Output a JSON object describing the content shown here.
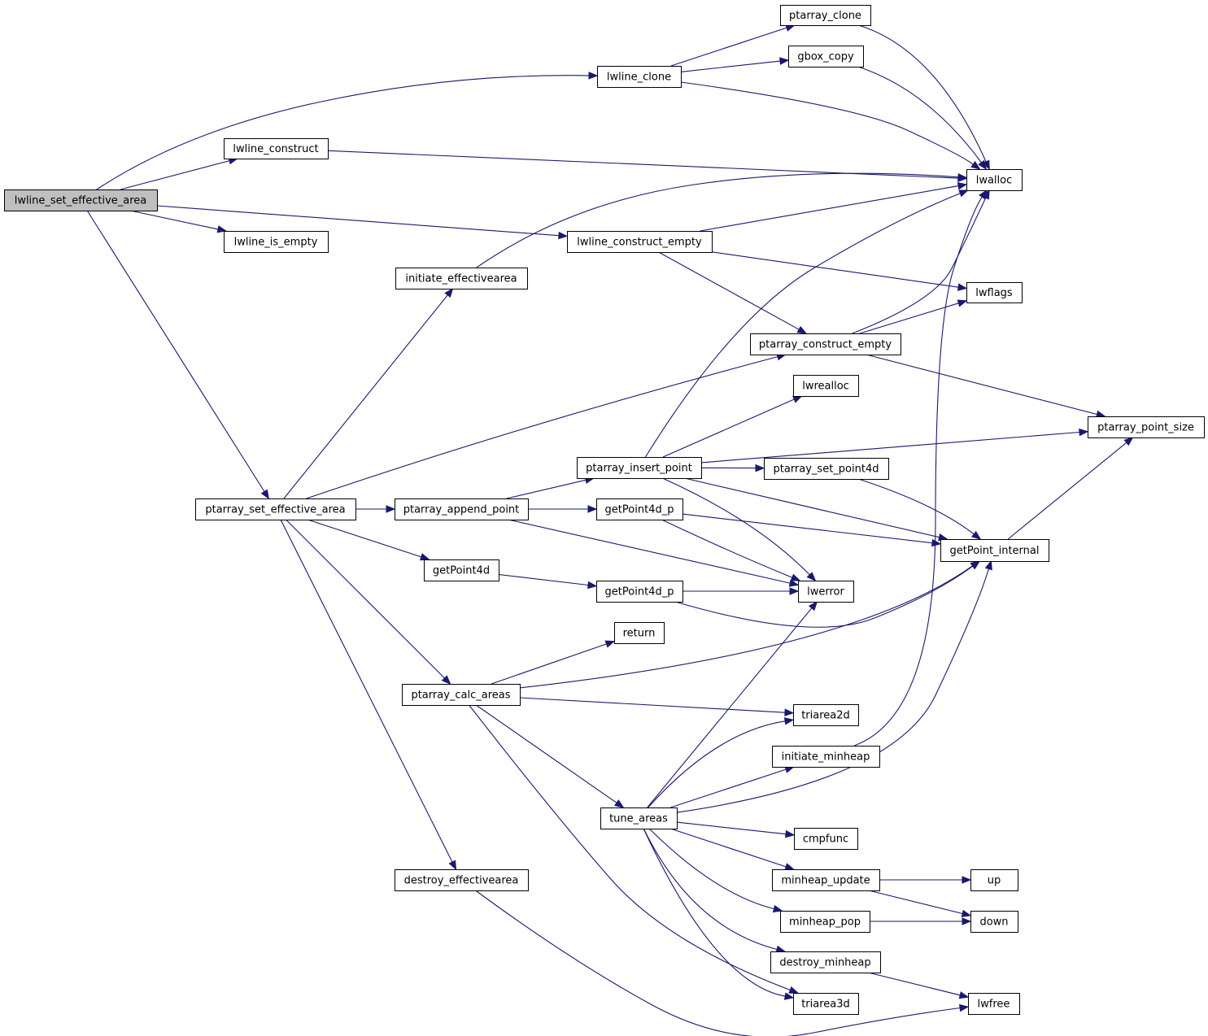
{
  "diagram": {
    "nodes": [
      {
        "id": "lwline_set_effective_area",
        "label": "lwline_set_effective_area",
        "root": true
      },
      {
        "id": "lwline_clone",
        "label": "lwline_clone"
      },
      {
        "id": "ptarray_clone",
        "label": "ptarray_clone"
      },
      {
        "id": "gbox_copy",
        "label": "gbox_copy"
      },
      {
        "id": "lwalloc",
        "label": "lwalloc"
      },
      {
        "id": "lwline_construct",
        "label": "lwline_construct"
      },
      {
        "id": "lwline_construct_empty",
        "label": "lwline_construct_empty"
      },
      {
        "id": "lwline_is_empty",
        "label": "lwline_is_empty"
      },
      {
        "id": "initiate_effectivearea",
        "label": "initiate_effectivearea"
      },
      {
        "id": "lwflags",
        "label": "lwflags"
      },
      {
        "id": "ptarray_construct_empty",
        "label": "ptarray_construct_empty"
      },
      {
        "id": "lwrealloc",
        "label": "lwrealloc"
      },
      {
        "id": "ptarray_point_size",
        "label": "ptarray_point_size"
      },
      {
        "id": "ptarray_insert_point",
        "label": "ptarray_insert_point"
      },
      {
        "id": "ptarray_set_point4d",
        "label": "ptarray_set_point4d"
      },
      {
        "id": "ptarray_set_effective_area",
        "label": "ptarray_set_effective_area"
      },
      {
        "id": "ptarray_append_point",
        "label": "ptarray_append_point"
      },
      {
        "id": "getPoint4d_p_1",
        "label": "getPoint4d_p"
      },
      {
        "id": "getPoint_internal",
        "label": "getPoint_internal"
      },
      {
        "id": "getPoint4d",
        "label": "getPoint4d"
      },
      {
        "id": "getPoint4d_p_2",
        "label": "getPoint4d_p"
      },
      {
        "id": "lwerror",
        "label": "lwerror"
      },
      {
        "id": "return",
        "label": "return"
      },
      {
        "id": "ptarray_calc_areas",
        "label": "ptarray_calc_areas"
      },
      {
        "id": "triarea2d",
        "label": "triarea2d"
      },
      {
        "id": "initiate_minheap",
        "label": "initiate_minheap"
      },
      {
        "id": "tune_areas",
        "label": "tune_areas"
      },
      {
        "id": "cmpfunc",
        "label": "cmpfunc"
      },
      {
        "id": "minheap_update",
        "label": "minheap_update"
      },
      {
        "id": "up",
        "label": "up"
      },
      {
        "id": "destroy_effectivearea",
        "label": "destroy_effectivearea"
      },
      {
        "id": "minheap_pop",
        "label": "minheap_pop"
      },
      {
        "id": "down",
        "label": "down"
      },
      {
        "id": "destroy_minheap",
        "label": "destroy_minheap"
      },
      {
        "id": "lwfree",
        "label": "lwfree"
      },
      {
        "id": "triarea3d",
        "label": "triarea3d"
      }
    ],
    "edges": [
      [
        "lwline_set_effective_area",
        "lwline_clone"
      ],
      [
        "lwline_set_effective_area",
        "lwline_construct"
      ],
      [
        "lwline_set_effective_area",
        "lwline_construct_empty"
      ],
      [
        "lwline_set_effective_area",
        "lwline_is_empty"
      ],
      [
        "lwline_set_effective_area",
        "ptarray_set_effective_area"
      ],
      [
        "lwline_clone",
        "ptarray_clone"
      ],
      [
        "lwline_clone",
        "gbox_copy"
      ],
      [
        "lwline_clone",
        "lwalloc"
      ],
      [
        "ptarray_clone",
        "lwalloc"
      ],
      [
        "gbox_copy",
        "lwalloc"
      ],
      [
        "lwline_construct",
        "lwalloc"
      ],
      [
        "lwline_construct_empty",
        "lwalloc"
      ],
      [
        "lwline_construct_empty",
        "lwflags"
      ],
      [
        "lwline_construct_empty",
        "ptarray_construct_empty"
      ],
      [
        "initiate_effectivearea",
        "lwalloc"
      ],
      [
        "ptarray_construct_empty",
        "lwalloc"
      ],
      [
        "ptarray_construct_empty",
        "lwflags"
      ],
      [
        "ptarray_construct_empty",
        "ptarray_point_size"
      ],
      [
        "ptarray_set_effective_area",
        "initiate_effectivearea"
      ],
      [
        "ptarray_set_effective_area",
        "ptarray_construct_empty"
      ],
      [
        "ptarray_set_effective_area",
        "ptarray_append_point"
      ],
      [
        "ptarray_set_effective_area",
        "getPoint4d"
      ],
      [
        "ptarray_set_effective_area",
        "ptarray_calc_areas"
      ],
      [
        "ptarray_set_effective_area",
        "destroy_effectivearea"
      ],
      [
        "ptarray_append_point",
        "ptarray_insert_point"
      ],
      [
        "ptarray_append_point",
        "getPoint4d_p_1"
      ],
      [
        "ptarray_append_point",
        "lwerror"
      ],
      [
        "ptarray_insert_point",
        "lwalloc"
      ],
      [
        "ptarray_insert_point",
        "lwrealloc"
      ],
      [
        "ptarray_insert_point",
        "ptarray_point_size"
      ],
      [
        "ptarray_insert_point",
        "ptarray_set_point4d"
      ],
      [
        "ptarray_insert_point",
        "getPoint_internal"
      ],
      [
        "ptarray_insert_point",
        "lwerror"
      ],
      [
        "ptarray_set_point4d",
        "getPoint_internal"
      ],
      [
        "getPoint4d_p_1",
        "getPoint_internal"
      ],
      [
        "getPoint4d_p_1",
        "lwerror"
      ],
      [
        "getPoint4d",
        "getPoint4d_p_2"
      ],
      [
        "getPoint4d_p_2",
        "lwerror"
      ],
      [
        "getPoint4d_p_2",
        "getPoint_internal"
      ],
      [
        "getPoint_internal",
        "ptarray_point_size"
      ],
      [
        "ptarray_calc_areas",
        "return"
      ],
      [
        "ptarray_calc_areas",
        "getPoint_internal"
      ],
      [
        "ptarray_calc_areas",
        "triarea2d"
      ],
      [
        "ptarray_calc_areas",
        "tune_areas"
      ],
      [
        "ptarray_calc_areas",
        "triarea3d"
      ],
      [
        "initiate_minheap",
        "lwalloc"
      ],
      [
        "tune_areas",
        "lwerror"
      ],
      [
        "tune_areas",
        "triarea2d"
      ],
      [
        "tune_areas",
        "initiate_minheap"
      ],
      [
        "tune_areas",
        "getPoint_internal"
      ],
      [
        "tune_areas",
        "cmpfunc"
      ],
      [
        "tune_areas",
        "minheap_update"
      ],
      [
        "tune_areas",
        "minheap_pop"
      ],
      [
        "tune_areas",
        "destroy_minheap"
      ],
      [
        "tune_areas",
        "triarea3d"
      ],
      [
        "minheap_update",
        "up"
      ],
      [
        "minheap_update",
        "down"
      ],
      [
        "minheap_pop",
        "down"
      ],
      [
        "destroy_minheap",
        "lwfree"
      ],
      [
        "destroy_effectivearea",
        "lwfree"
      ]
    ]
  }
}
